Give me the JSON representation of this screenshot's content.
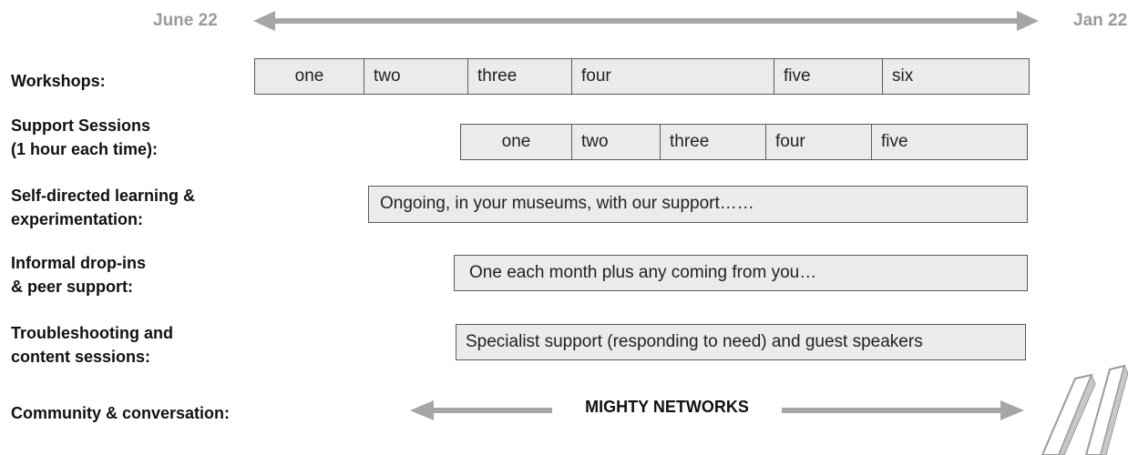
{
  "timeline": {
    "start_label": "June 22",
    "end_label": "Jan 22"
  },
  "rows": {
    "workshops": {
      "label": "Workshops:",
      "cells": [
        "one",
        "two",
        "three",
        "four",
        "five",
        "six"
      ]
    },
    "support": {
      "label_line1": "Support Sessions",
      "label_line2": "(1 hour each time):",
      "cells": [
        "one",
        "two",
        "three",
        "four",
        "five"
      ]
    },
    "self_directed": {
      "label_line1": "Self-directed learning &",
      "label_line2": "experimentation:",
      "text": "Ongoing, in your museums, with our support……"
    },
    "dropins": {
      "label_line1": "Informal drop-ins",
      "label_line2": "& peer support:",
      "text": "One each month plus any coming from you…"
    },
    "troubleshooting": {
      "label_line1": "Troubleshooting and",
      "label_line2": "content sessions:",
      "text": "Specialist support (responding to need) and guest speakers"
    },
    "community": {
      "label": "Community & conversation:",
      "text": "MIGHTY NETWORKS"
    }
  },
  "colors": {
    "arrow": "#a6a6a6",
    "box_fill": "#ebebeb",
    "box_border": "#5a5a5a",
    "date_text": "#9a9a9a"
  }
}
